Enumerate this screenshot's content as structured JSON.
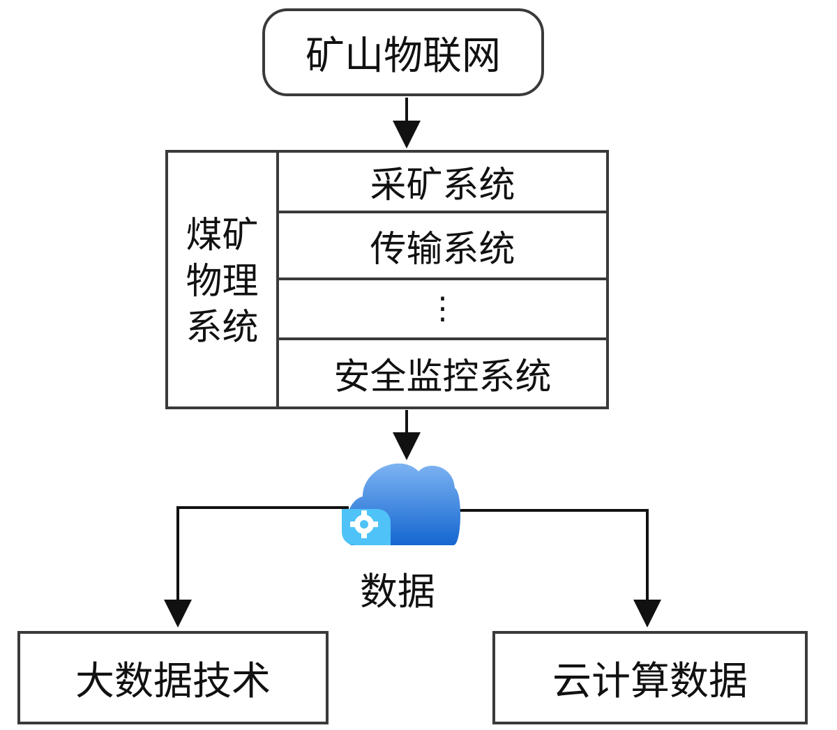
{
  "top_node": {
    "label": "矿山物联网"
  },
  "physical_system": {
    "label_lines": [
      "煤矿",
      "物理",
      "系统"
    ],
    "rows": [
      {
        "label": "采矿系统"
      },
      {
        "label": "传输系统"
      },
      {
        "label": "⋮"
      },
      {
        "label": "安全监控系统"
      }
    ]
  },
  "data_node": {
    "label": "数据",
    "icon": "cloud-gear-icon"
  },
  "left_node": {
    "label": "大数据技术"
  },
  "right_node": {
    "label": "云计算数据"
  },
  "colors": {
    "border": "#3a3a3a",
    "cloud_dark": "#1a73d8",
    "cloud_light": "#6ea8ee",
    "gear_bg": "#4fc3f7"
  }
}
